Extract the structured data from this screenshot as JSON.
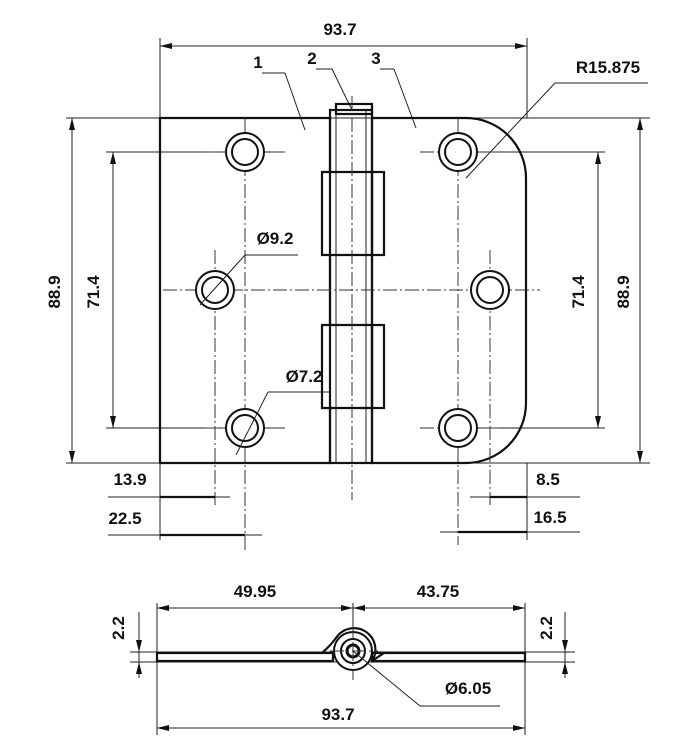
{
  "top_view": {
    "overall_width": "93.7",
    "part_labels": [
      "1",
      "2",
      "3"
    ],
    "radius_label": "R15.875",
    "left_height": "88.9",
    "left_hole_spacing": "71.4",
    "right_hole_spacing": "71.4",
    "right_height": "88.9",
    "hole_dia_large": "Ø9.2",
    "hole_dia_small": "Ø7.2",
    "left_offset_inner": "13.9",
    "left_offset_outer": "22.5",
    "right_offset_inner": "8.5",
    "right_offset_outer": "16.5"
  },
  "side_view": {
    "left_width": "49.95",
    "right_width": "43.75",
    "left_thickness": "2.2",
    "right_thickness": "2.2",
    "pin_dia": "Ø6.05",
    "overall_width": "93.7"
  }
}
